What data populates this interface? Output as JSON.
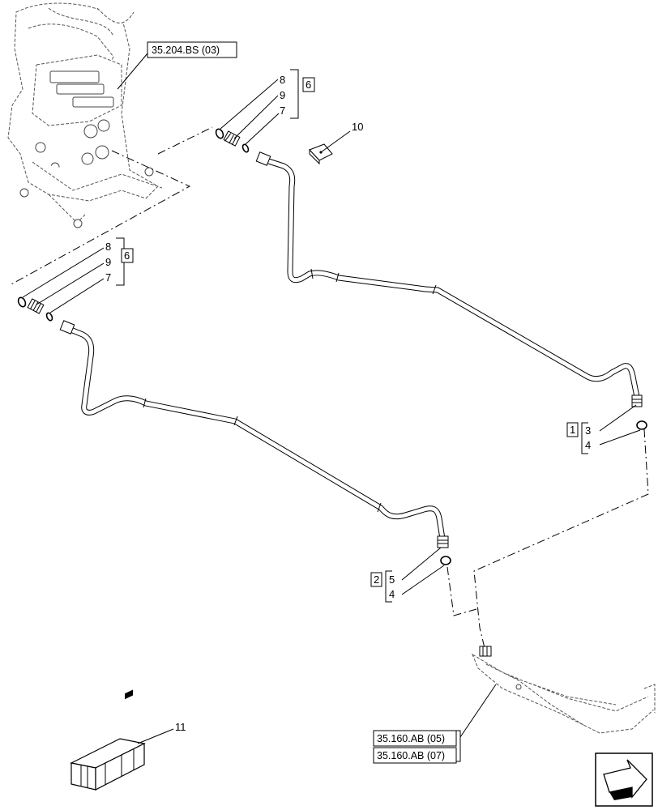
{
  "references": {
    "valve_block": "35.204.BS (03)",
    "frame_a": "35.160.AB (05)",
    "frame_b": "35.160.AB (07)"
  },
  "callouts": {
    "upper_kit": {
      "box": "6",
      "items": [
        "8",
        "9",
        "7"
      ]
    },
    "lower_kit": {
      "box": "6",
      "items": [
        "8",
        "9",
        "7"
      ]
    },
    "pipe_upper": {
      "box": "1",
      "items": [
        "3",
        "4"
      ]
    },
    "pipe_lower": {
      "box": "2",
      "items": [
        "5",
        "4"
      ]
    },
    "bracket": "10",
    "kit_box": "11"
  },
  "icons": {
    "nav": "next-page-arrow-icon"
  }
}
